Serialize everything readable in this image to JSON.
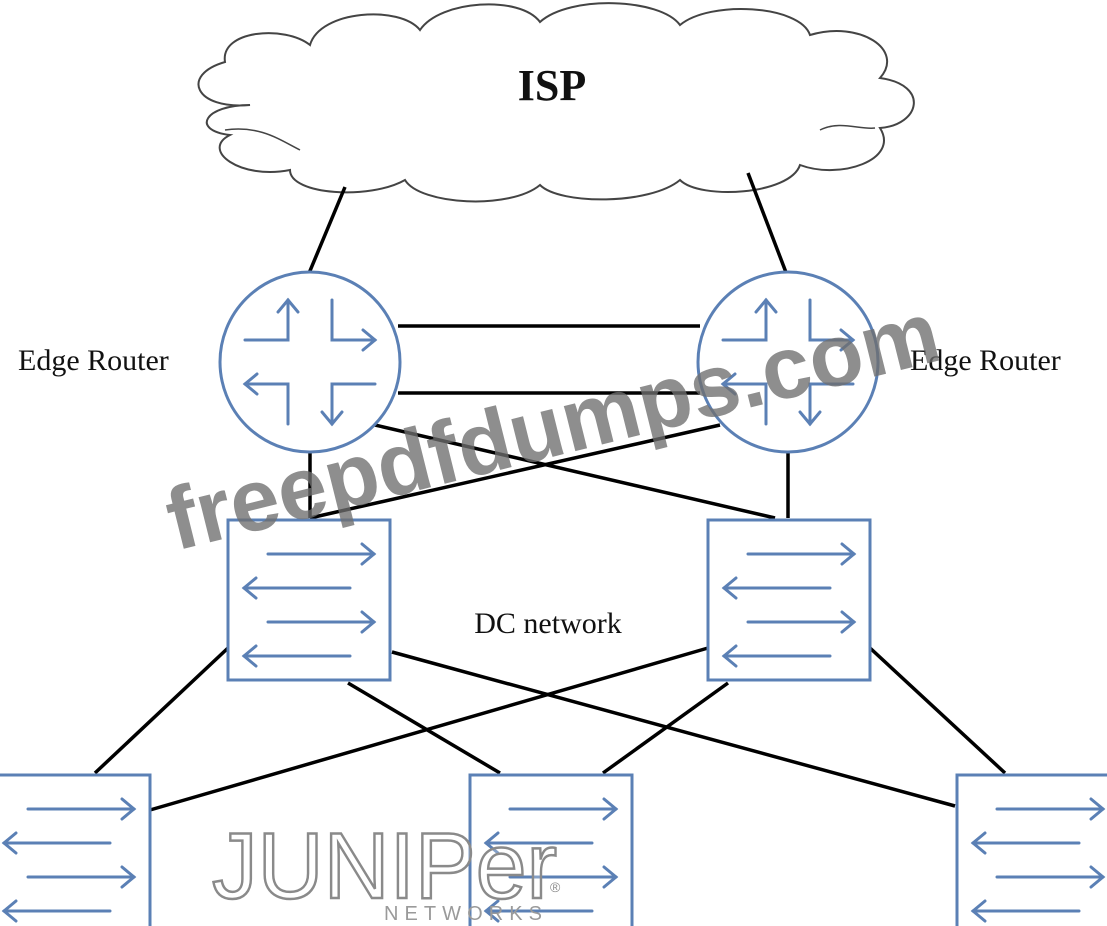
{
  "cloud": {
    "label": "ISP"
  },
  "routers": [
    {
      "label": "Edge Router"
    },
    {
      "label": "Edge Router"
    }
  ],
  "network_label": "DC network",
  "watermarks": {
    "site": "freepdfdumps.com",
    "brand": "JUNIPer",
    "brand_sub": "NETWORKS",
    "brand_mark": "®"
  },
  "colors": {
    "device_stroke": "#5b80b5",
    "device_fill": "#ffffff",
    "link": "#000000",
    "cloud_stroke": "#444444",
    "watermark_site": "#6e6e6e",
    "watermark_brand": "#8a8a8a"
  }
}
